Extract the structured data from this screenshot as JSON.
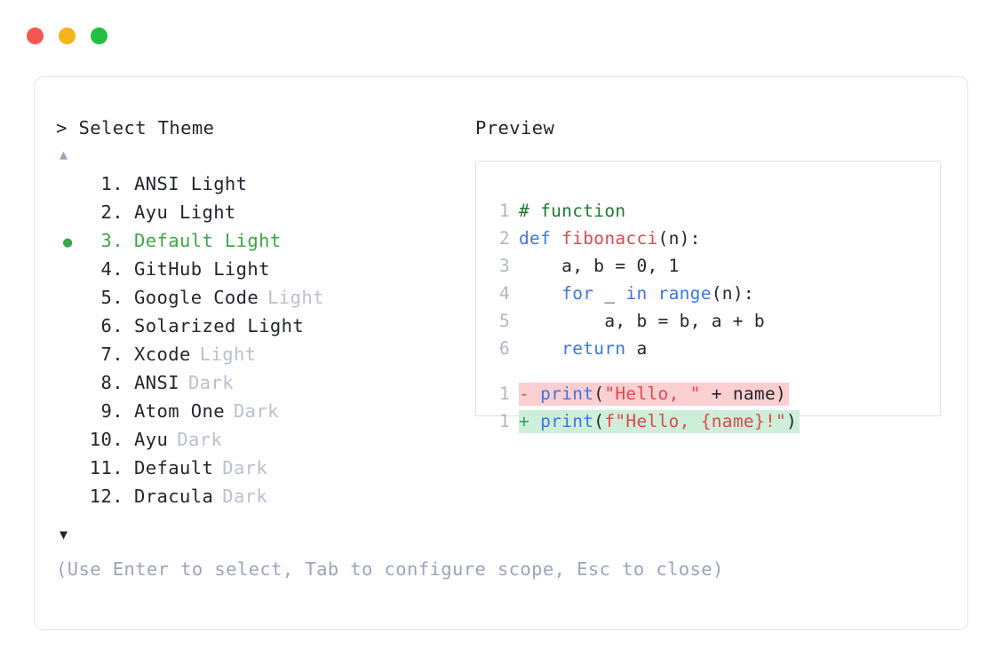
{
  "window": {
    "dots": [
      {
        "name": "close",
        "color": "#f4574e"
      },
      {
        "name": "minimize",
        "color": "#f5b31c"
      },
      {
        "name": "maximize",
        "color": "#23be3f"
      }
    ]
  },
  "prompt": {
    "header": "> Select Theme",
    "scroll_up_glyph": "▲",
    "scroll_down_glyph": "▼",
    "selected_bullet": "●"
  },
  "theme_list": {
    "selected_index": 3,
    "items": [
      {
        "index": "1.",
        "name": "ANSI Light",
        "suffix": "",
        "selected": false
      },
      {
        "index": "2.",
        "name": "Ayu Light",
        "suffix": "",
        "selected": false
      },
      {
        "index": "3.",
        "name": "Default Light",
        "suffix": "",
        "selected": true
      },
      {
        "index": "4.",
        "name": "GitHub Light",
        "suffix": "",
        "selected": false
      },
      {
        "index": "5.",
        "name": "Google Code",
        "suffix": "Light",
        "selected": false
      },
      {
        "index": "6.",
        "name": "Solarized Light",
        "suffix": "",
        "selected": false
      },
      {
        "index": "7.",
        "name": "Xcode",
        "suffix": "Light",
        "selected": false
      },
      {
        "index": "8.",
        "name": "ANSI",
        "suffix": "Dark",
        "selected": false
      },
      {
        "index": "9.",
        "name": "Atom One",
        "suffix": "Dark",
        "selected": false
      },
      {
        "index": "10.",
        "name": "Ayu",
        "suffix": "Dark",
        "selected": false
      },
      {
        "index": "11.",
        "name": "Default",
        "suffix": "Dark",
        "selected": false
      },
      {
        "index": "12.",
        "name": "Dracula",
        "suffix": "Dark",
        "selected": false
      }
    ]
  },
  "footer": {
    "hint": "(Use Enter to select, Tab to configure scope, Esc to close)"
  },
  "preview": {
    "label": "Preview",
    "code_lines": [
      {
        "gutter": "1",
        "tokens": [
          {
            "text": "# function",
            "type": "comment"
          }
        ]
      },
      {
        "gutter": "2",
        "tokens": [
          {
            "text": "def ",
            "type": "kw"
          },
          {
            "text": "fibonacci",
            "type": "fn"
          },
          {
            "text": "(n):",
            "type": "plain"
          }
        ]
      },
      {
        "gutter": "3",
        "tokens": [
          {
            "text": "    a, b = 0, 1",
            "type": "plain"
          }
        ]
      },
      {
        "gutter": "4",
        "tokens": [
          {
            "text": "    ",
            "type": "plain"
          },
          {
            "text": "for ",
            "type": "kw"
          },
          {
            "text": "_ ",
            "type": "plain"
          },
          {
            "text": "in ",
            "type": "kw"
          },
          {
            "text": "range",
            "type": "builtin"
          },
          {
            "text": "(n):",
            "type": "plain"
          }
        ]
      },
      {
        "gutter": "5",
        "tokens": [
          {
            "text": "        a, b = b, a + b",
            "type": "plain"
          }
        ]
      },
      {
        "gutter": "6",
        "tokens": [
          {
            "text": "    ",
            "type": "plain"
          },
          {
            "text": "return ",
            "type": "kw"
          },
          {
            "text": "a",
            "type": "plain"
          }
        ]
      }
    ],
    "diff_lines": [
      {
        "kind": "del",
        "gutter": "1",
        "sign": "-",
        "tokens": [
          {
            "text": "print",
            "type": "builtin"
          },
          {
            "text": "(",
            "type": "plain"
          },
          {
            "text": "\"Hello, \"",
            "type": "str"
          },
          {
            "text": " + name)",
            "type": "plain"
          }
        ]
      },
      {
        "kind": "add",
        "gutter": "1",
        "sign": "+",
        "tokens": [
          {
            "text": "print",
            "type": "builtin"
          },
          {
            "text": "(",
            "type": "plain"
          },
          {
            "text": "f\"Hello, {name}!\"",
            "type": "str"
          },
          {
            "text": ")",
            "type": "plain"
          }
        ]
      }
    ]
  },
  "colors": {
    "accent_green": "#3aa845",
    "muted": "#b9c0d0",
    "text": "#23262f",
    "diff_del_bg": "#fbcfcf",
    "diff_add_bg": "#cdeed8",
    "border": "#dfe3ea"
  }
}
